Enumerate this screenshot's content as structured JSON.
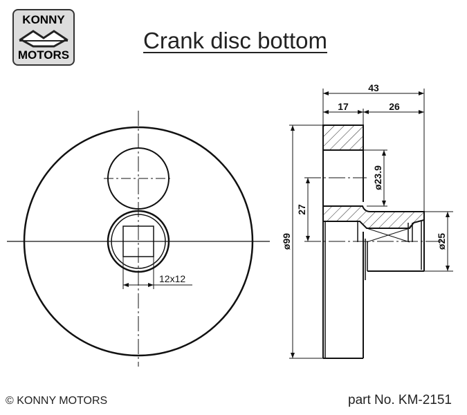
{
  "logo": {
    "line1": "KONNY",
    "line2": "MOTORS"
  },
  "title": "Crank disc bottom",
  "footer": {
    "copyright": "© KONNY MOTORS",
    "part_number": "part No. KM-2151"
  },
  "dimensions": {
    "overall_width": "43",
    "disc_width": "17",
    "hub_width": "26",
    "bore_diameter": "ø23.9",
    "offset": "27",
    "disc_diameter": "ø99",
    "shaft_diameter": "ø25",
    "square": "12x12"
  }
}
